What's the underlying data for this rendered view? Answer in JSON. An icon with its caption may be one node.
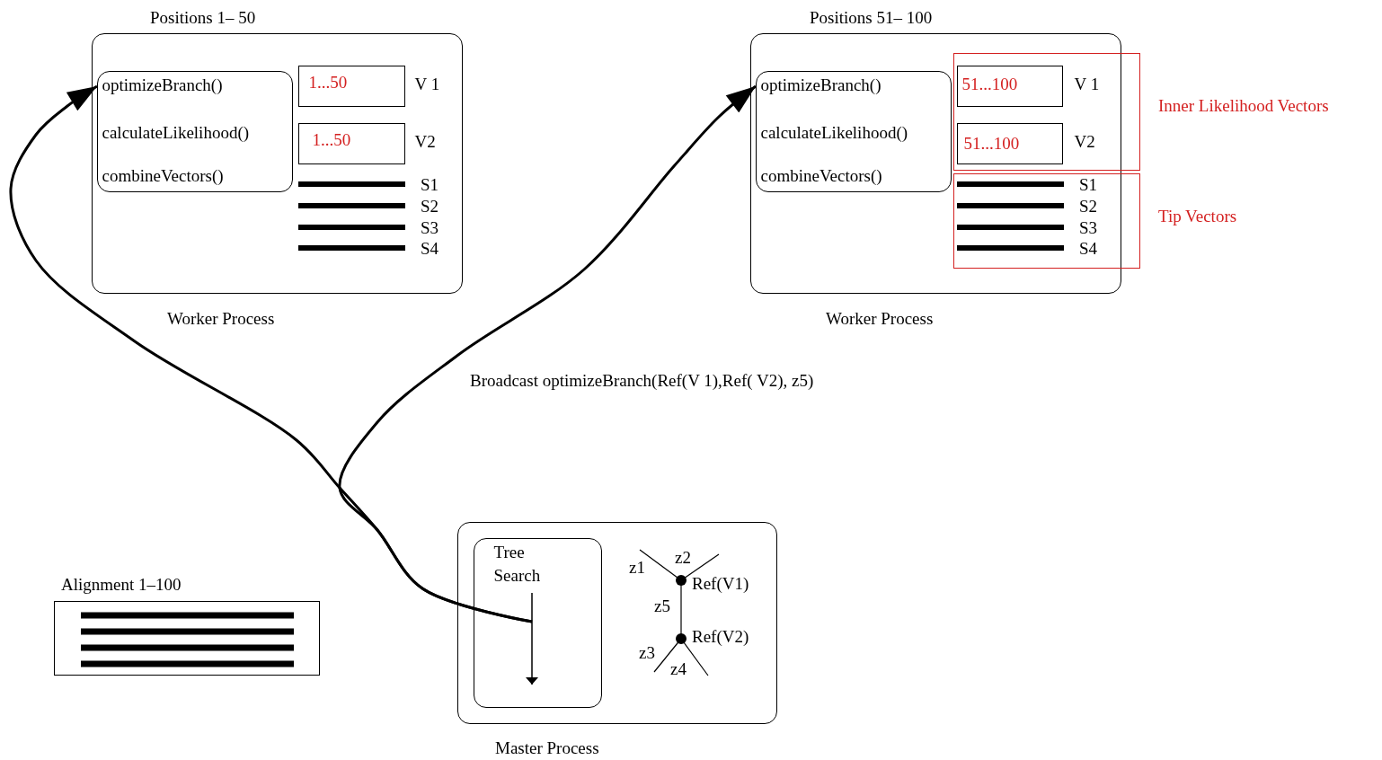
{
  "diagram": {
    "nodes": [
      {
        "text": [
          "Positions 1– 50"
        ],
        "beside": [
          "Worker Process"
        ]
      },
      {
        "text": [
          "optimizeBranch()",
          "calculateLikelihood()",
          "combineVectors()"
        ],
        "in": 0
      },
      {
        "text": [
          "1...50"
        ],
        "beside": [
          "V 1"
        ],
        "in": 0
      },
      {
        "text": [
          "1...50"
        ],
        "beside": [
          "V2"
        ],
        "in": 0
      },
      {
        "text": [
          "Positions 51– 100"
        ],
        "beside": [
          "Worker Process"
        ]
      },
      {
        "text": [
          "optimizeBranch()",
          "calculateLikelihood()",
          "combineVectors()"
        ],
        "in": 4
      },
      {
        "text": [],
        "shape": "box",
        "beside": [
          "Inner Likelihood Vectors"
        ]
      },
      {
        "text": [
          "51...100"
        ],
        "beside": [
          "V 1"
        ],
        "in": 6
      },
      {
        "text": [
          "51...100"
        ],
        "beside": [
          "V2"
        ],
        "in": 6
      },
      {
        "text": [],
        "shape": "box",
        "beside": [
          "Tip Vectors"
        ]
      },
      {
        "text": [
          "Alignment 1–100"
        ]
      },
      {
        "text": [],
        "shape": "box",
        "beside": [
          "Master Process"
        ]
      },
      {
        "text": [
          "Tree Search"
        ],
        "in": 11
      }
    ],
    "edges": [
      {
        "from": 12,
        "to": 1,
        "arrow": "to"
      },
      {
        "from": 12,
        "to": 5,
        "arrow": "to"
      }
    ],
    "labels": [
      "S1",
      "S2",
      "S3",
      "S4",
      "S1",
      "S2",
      "S3",
      "S4",
      "Broadcast optimizeBranch(Ref(V 1),Ref( V2), z5)",
      "z1",
      "z2",
      "Ref(V1)",
      "z5",
      "Ref(V2)",
      "z3",
      "z4"
    ]
  }
}
